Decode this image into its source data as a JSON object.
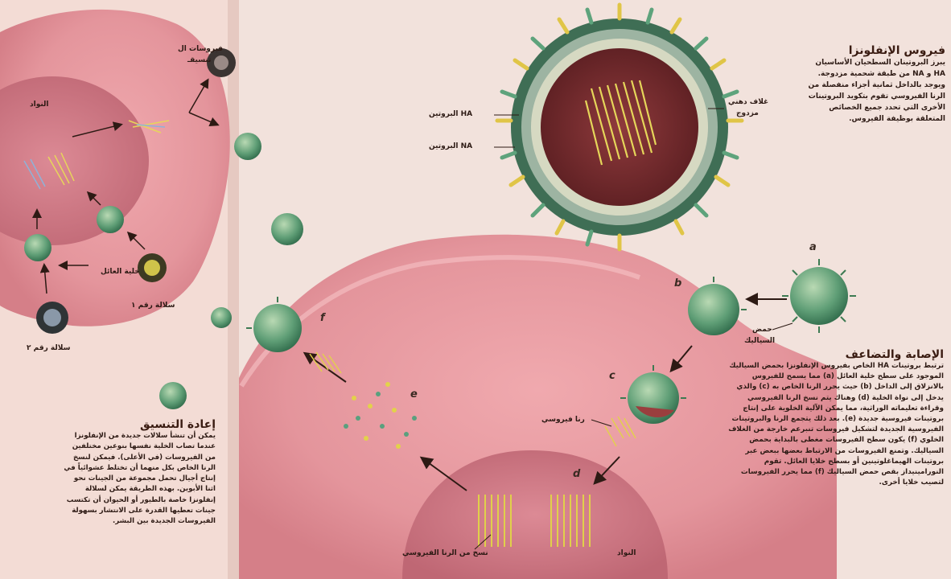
{
  "left_page": {
    "nucleus_label": "النواد",
    "host_cell_label": "خلية العائل",
    "strain1_label": "سلالة رقم ١",
    "strain2_label": "سلالة رقم ٢",
    "new_virus_label_line1": "فيروسات ال",
    "new_virus_label_line2": "تنسيقـ",
    "reassortment": {
      "title": "إعادة التنسيق",
      "body": "يمكن أن تنشأ سلالات جديدة من الإنفلونزا عندما تصاب الخلية نفسها بنوعين مختلفين من الفيروسات (في الأعلى). فيمكن لنسخ الرنا الخاص بكل منهما أن تختلط عشوائياً في إنتاج أجيال تحمل مجموعة من الجينات نحو اثنا الأبوين. بهذه الطريقة يمكن لسلالة إنفلونزا خاصة بالطيور أو الحيوان أن تكتسب جينات تعطيها القدرة على الانتشار بسهولة الفيروسات الجديدة بين البشر."
    }
  },
  "virus": {
    "title": "فيروس الإنفلونزا",
    "body": "يبرز البروتينان السطحيان الأساسيان HA و NA من طبقة شحمية مزدوجة. ويوجد بالداخل ثمانية أجزاء منفصلة من الرنا الفيروسي تقوم بتكويد البروتينات الأخرى التي تحدد جميع الخصائص المتعلقة بوظيفة الفيروس.",
    "label_ha": "البروتين HA",
    "label_na": "البروتين NA",
    "label_envelope_line1": "غلاف دهني",
    "label_envelope_line2": "مزدوج"
  },
  "infection": {
    "title": "الإصابة والتضاعف",
    "body": "ترتبط بروتينات HA الخاص بفيروس الإنفلونزا بحمض السياليك الموجود على سطح خلية العائل (a) مما يسمح للفيروس بالانزلاق إلى الداخل (b) حيث يحرر الرنا الخاص به (c) والذي يدخل إلى نواة الخلية (d) وهناك يتم نسخ الرنا الفيروسي وقراءة تعليماته الوراثية، مما يمكن الآلية الخلوية على إنتاج بروتينات فيروسية جديدة (e). بعد ذلك يتجمع الرنا والبروتينات الفيروسية الجديدة لتشكيل فيروسات تنبرعم خارجة من الغلاف الخلوي (f) يكون سطح الفيروسات مغطى بالبداية بحمض السياليك. وتمنع الفيروسات من الارتباط بعضها ببعض عبر بروتينات الهيماغلوتينين أو بسطح خلايا العائل. تقوم النورامينيداز بقص حمض السياليك (f) مما يحرر الفيروسات لتصيب خلايا أخرى.",
    "sialic_label_line1": "حمض",
    "sialic_label_line2": "السياليك",
    "viral_rna_label": "رنا فيروسي",
    "rna_copies_label": "نسخ من الرنا الفيروسي",
    "nucleus_label": "النواد",
    "steps": [
      "a",
      "b",
      "c",
      "d",
      "e",
      "f"
    ]
  },
  "colors": {
    "cell": "#e4959c",
    "nucleus": "#c9727f",
    "virus_green": "#4f9a78",
    "rna_yellow": "#e2d24a"
  }
}
